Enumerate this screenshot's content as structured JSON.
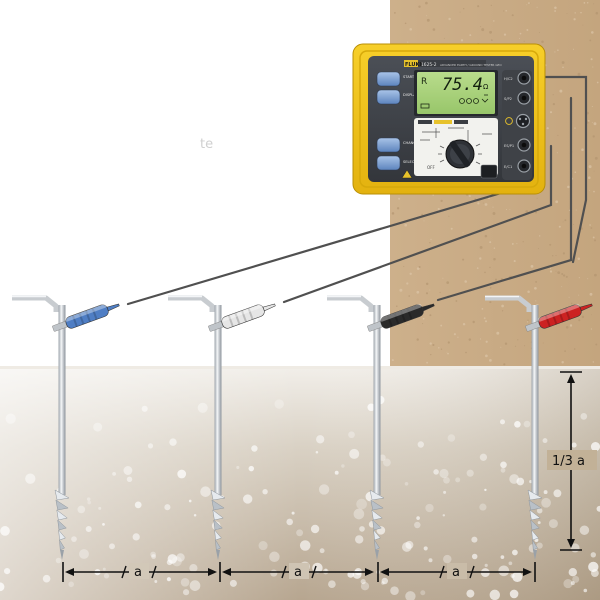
{
  "meter": {
    "display_value": "75.4",
    "unit": "Ω",
    "mode_char": "R",
    "left_buttons": [
      "START TEST",
      "DISPLAY MENU",
      "CHANGE ITEM",
      "SELECT"
    ],
    "right_terminals": [
      "H/C2",
      "S/P2",
      "",
      "ES/P1",
      "E/C1"
    ],
    "dial_label": "OFF",
    "brand": "FLUKE",
    "model": "1625-2",
    "subtitle": "ADVANCED EARTH / GROUND TESTER GEO"
  },
  "wall_mark": "te",
  "dimensions": {
    "spacing_label": "a",
    "depth_label": "1/3 a"
  },
  "stakes": [
    {
      "clip_color": "#4f7ec4"
    },
    {
      "clip_color": "#e6e6e6"
    },
    {
      "clip_color": "#2a2a2a"
    },
    {
      "clip_color": "#cc2222"
    }
  ],
  "colors": {
    "meter_case": "#f3c417",
    "lcd": "#a9d27a",
    "soil_wall": "#c9ac87",
    "ground": "#d8d1c6"
  }
}
